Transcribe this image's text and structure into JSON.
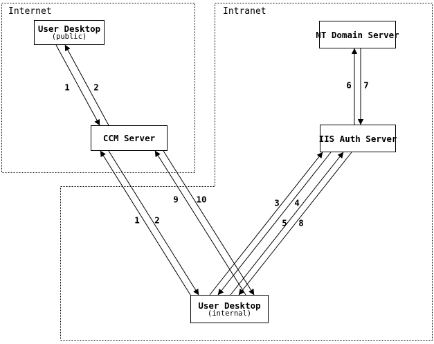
{
  "colors": {
    "background": "#ffffff",
    "line": "#000000",
    "box_fill": "#ffffff"
  },
  "diagram": {
    "zones": {
      "internet": {
        "label": "Internet"
      },
      "intranet": {
        "label": "Intranet"
      }
    },
    "nodes": {
      "user_desktop_public": {
        "title": "User Desktop",
        "subtitle": "(public)"
      },
      "ccm_server": {
        "title": "CCM Server"
      },
      "nt_domain_server": {
        "title": "NT Domain Server"
      },
      "iis_auth_server": {
        "title": "IIS Auth Server"
      },
      "user_desktop_internal": {
        "title": "User Desktop",
        "subtitle": "(internal)"
      }
    },
    "arrows": {
      "a1_public": {
        "label": "1",
        "from": "User Desktop (public)",
        "to": "CCM Server"
      },
      "a2_public": {
        "label": "2",
        "from": "CCM Server",
        "to": "User Desktop (public)"
      },
      "a1_internal": {
        "label": "1",
        "from": "User Desktop (internal)",
        "to": "CCM Server"
      },
      "a2_internal": {
        "label": "2",
        "from": "CCM Server",
        "to": "User Desktop (internal)"
      },
      "a3": {
        "label": "3",
        "from": "User Desktop (internal)",
        "to": "IIS Auth Server"
      },
      "a4": {
        "label": "4",
        "from": "IIS Auth Server",
        "to": "User Desktop (internal)"
      },
      "a5": {
        "label": "5",
        "from": "User Desktop (internal)",
        "to": "IIS Auth Server"
      },
      "a6": {
        "label": "6",
        "from": "IIS Auth Server",
        "to": "NT Domain Server"
      },
      "a7": {
        "label": "7",
        "from": "NT Domain Server",
        "to": "IIS Auth Server"
      },
      "a8": {
        "label": "8",
        "from": "IIS Auth Server",
        "to": "User Desktop (internal)"
      },
      "a9": {
        "label": "9",
        "from": "User Desktop (internal)",
        "to": "CCM Server"
      },
      "a10": {
        "label": "10",
        "from": "CCM Server",
        "to": "User Desktop (internal)"
      }
    }
  }
}
